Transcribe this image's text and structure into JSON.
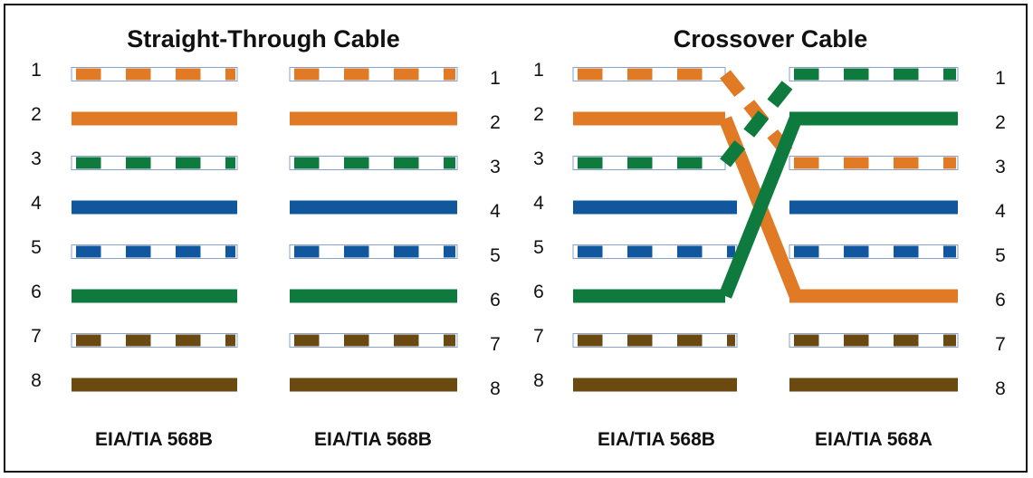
{
  "colors": {
    "orange": "#E07A25",
    "green": "#0E7A3E",
    "blue": "#10579E",
    "brown": "#6A4A10",
    "white": "#ffffff",
    "outline": "#8AA2C8"
  },
  "straight": {
    "title": "Straight-Through Cable",
    "left_standard": "EIA/TIA 568B",
    "right_standard": "EIA/TIA 568B",
    "pins": [
      "1",
      "2",
      "3",
      "4",
      "5",
      "6",
      "7",
      "8"
    ],
    "left_wires": [
      {
        "pin": "1",
        "color": "orange",
        "striped": true
      },
      {
        "pin": "2",
        "color": "orange",
        "striped": false
      },
      {
        "pin": "3",
        "color": "green",
        "striped": true
      },
      {
        "pin": "4",
        "color": "blue",
        "striped": false
      },
      {
        "pin": "5",
        "color": "blue",
        "striped": true
      },
      {
        "pin": "6",
        "color": "green",
        "striped": false
      },
      {
        "pin": "7",
        "color": "brown",
        "striped": true
      },
      {
        "pin": "8",
        "color": "brown",
        "striped": false
      }
    ],
    "right_wires": [
      {
        "pin": "1",
        "color": "orange",
        "striped": true
      },
      {
        "pin": "2",
        "color": "orange",
        "striped": false
      },
      {
        "pin": "3",
        "color": "green",
        "striped": true
      },
      {
        "pin": "4",
        "color": "blue",
        "striped": false
      },
      {
        "pin": "5",
        "color": "blue",
        "striped": true
      },
      {
        "pin": "6",
        "color": "green",
        "striped": false
      },
      {
        "pin": "7",
        "color": "brown",
        "striped": true
      },
      {
        "pin": "8",
        "color": "brown",
        "striped": false
      }
    ]
  },
  "crossover": {
    "title": "Crossover Cable",
    "left_standard": "EIA/TIA 568B",
    "right_standard": "EIA/TIA 568A",
    "pins": [
      "1",
      "2",
      "3",
      "4",
      "5",
      "6",
      "7",
      "8"
    ],
    "left_wires": [
      {
        "pin": "1",
        "color": "orange",
        "striped": true
      },
      {
        "pin": "2",
        "color": "orange",
        "striped": false
      },
      {
        "pin": "3",
        "color": "green",
        "striped": true
      },
      {
        "pin": "4",
        "color": "blue",
        "striped": false
      },
      {
        "pin": "5",
        "color": "blue",
        "striped": true
      },
      {
        "pin": "6",
        "color": "green",
        "striped": false
      },
      {
        "pin": "7",
        "color": "brown",
        "striped": true
      },
      {
        "pin": "8",
        "color": "brown",
        "striped": false
      }
    ],
    "right_wires": [
      {
        "pin": "1",
        "color": "green",
        "striped": true
      },
      {
        "pin": "2",
        "color": "green",
        "striped": false
      },
      {
        "pin": "3",
        "color": "orange",
        "striped": true
      },
      {
        "pin": "4",
        "color": "blue",
        "striped": false
      },
      {
        "pin": "5",
        "color": "blue",
        "striped": true
      },
      {
        "pin": "6",
        "color": "orange",
        "striped": false
      },
      {
        "pin": "7",
        "color": "brown",
        "striped": true
      },
      {
        "pin": "8",
        "color": "brown",
        "striped": false
      }
    ],
    "crossings": [
      {
        "from_pin": "1",
        "to_pin": "3",
        "color": "orange",
        "striped": true
      },
      {
        "from_pin": "2",
        "to_pin": "6",
        "color": "orange",
        "striped": false
      },
      {
        "from_pin": "3",
        "to_pin": "1",
        "color": "green",
        "striped": true
      },
      {
        "from_pin": "6",
        "to_pin": "2",
        "color": "green",
        "striped": false
      }
    ]
  }
}
